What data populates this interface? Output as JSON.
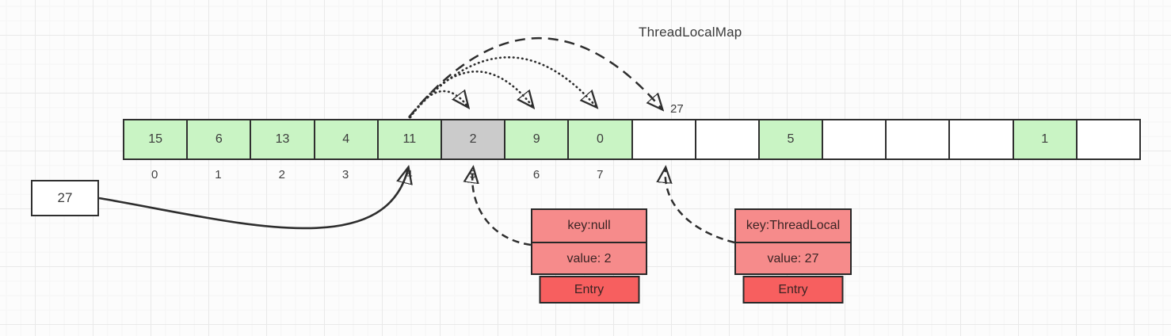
{
  "title": "ThreadLocalMap",
  "colors": {
    "stroke": "#2f2f2f",
    "cell_filled": "#c9f4c4",
    "cell_stale": "#cbcbcb",
    "cell_empty": "#ffffff",
    "entry_row": "#f68b8b",
    "entry_tag": "#f75f5f"
  },
  "array": {
    "cells": [
      {
        "value": "15",
        "state": "filled"
      },
      {
        "value": "6",
        "state": "filled"
      },
      {
        "value": "13",
        "state": "filled"
      },
      {
        "value": "4",
        "state": "filled"
      },
      {
        "value": "11",
        "state": "filled"
      },
      {
        "value": "2",
        "state": "stale"
      },
      {
        "value": "9",
        "state": "filled"
      },
      {
        "value": "0",
        "state": "filled"
      },
      {
        "value": "",
        "state": "empty"
      },
      {
        "value": "",
        "state": "empty"
      },
      {
        "value": "5",
        "state": "filled"
      },
      {
        "value": "",
        "state": "empty"
      },
      {
        "value": "",
        "state": "empty"
      },
      {
        "value": "",
        "state": "empty"
      },
      {
        "value": "1",
        "state": "filled"
      },
      {
        "value": "",
        "state": "empty"
      }
    ],
    "index_labels": [
      "0",
      "1",
      "2",
      "3",
      "4",
      "5",
      "6",
      "7"
    ]
  },
  "hash_arrow_label": "27",
  "pointer_box": {
    "label": "27"
  },
  "entries": [
    {
      "key": "key:null",
      "value": "value: 2",
      "tag": "Entry"
    },
    {
      "key": "key:ThreadLocal",
      "value": "value: 27",
      "tag": "Entry"
    }
  ]
}
